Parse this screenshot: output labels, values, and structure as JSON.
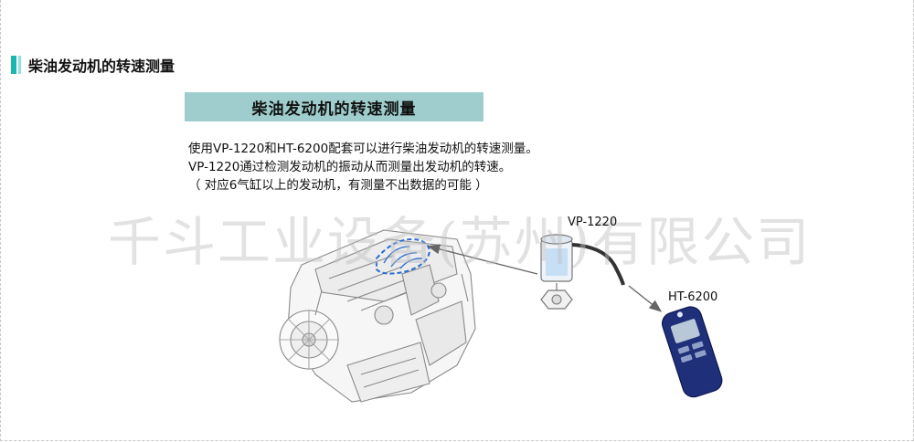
{
  "section": {
    "title": "柴油发动机的转速测量"
  },
  "banner": {
    "title": "柴油发动机的转速测量"
  },
  "description": [
    "使用VP-1220和HT-6200配套可以进行柴油发动机的转速测量。",
    "VP-1220通过检测发动机的振动从而测量出发动机的转速。",
    "（ 对应6气缸以上的发动机，有测量不出数据的可能 ）"
  ],
  "watermark": "千斗工业设备(苏州)有限公司",
  "labels": {
    "sensor": "VP-1220",
    "tachometer": "HT-6200"
  },
  "colors": {
    "accent": "#19b7b0",
    "banner": "#9fcdcd",
    "device": "#1f2f7a"
  }
}
